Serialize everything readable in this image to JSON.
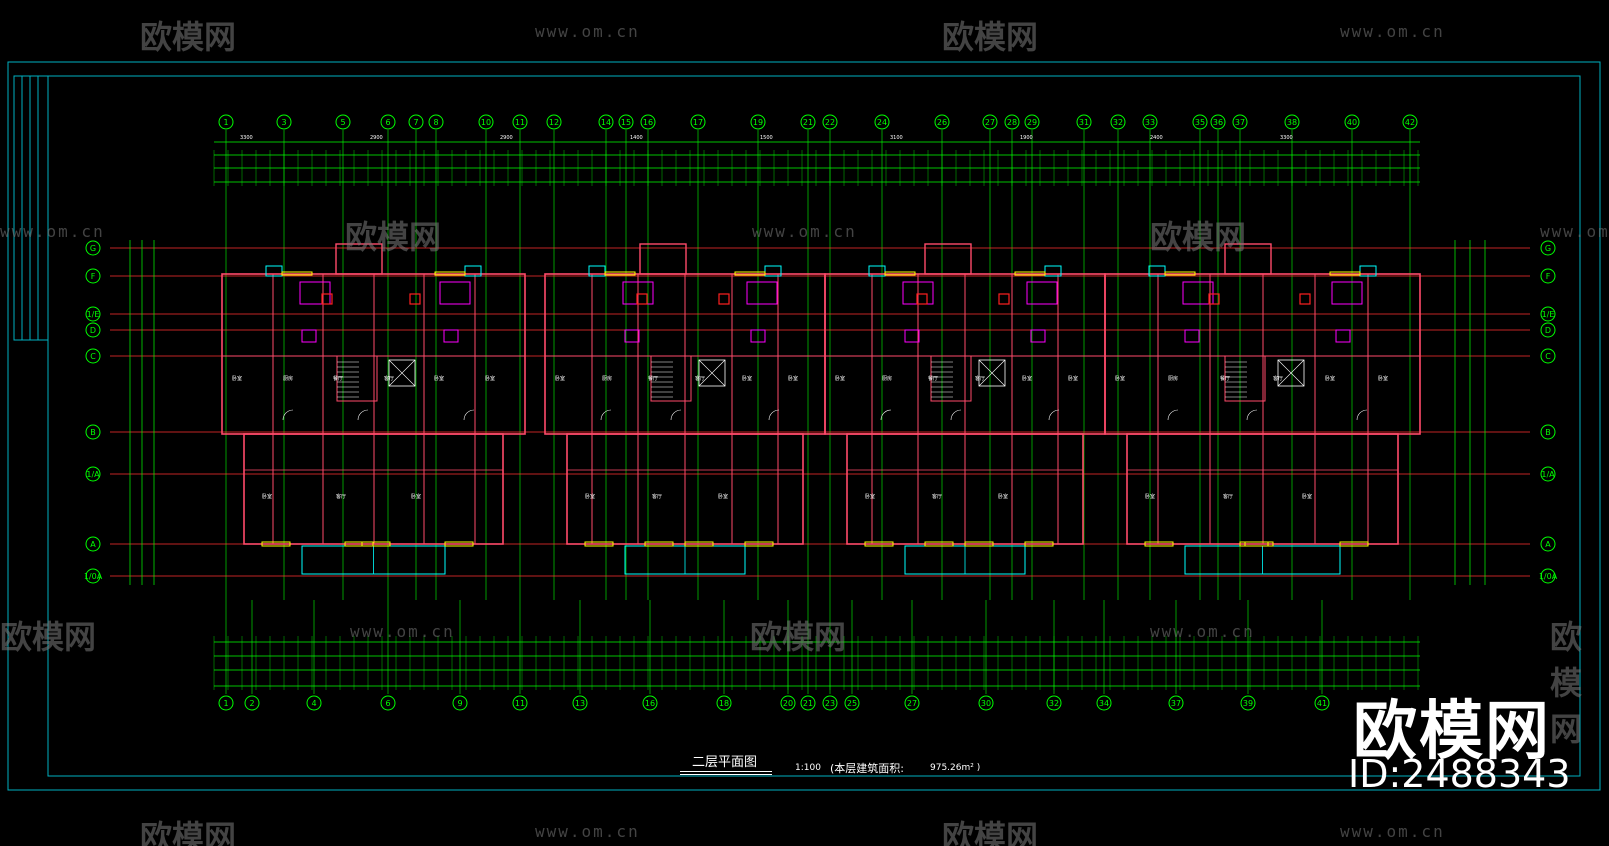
{
  "watermark": {
    "brand": "欧模网",
    "url": "www.om.cn"
  },
  "logo": {
    "text": "欧模网",
    "id": "ID:2488343"
  },
  "drawing": {
    "title": "二层平面图",
    "scale": "1:100",
    "area_label": "(本层建筑面积:",
    "area_value": "975.26m²  )",
    "top_grid_labels": [
      "1",
      "3",
      "5",
      "6",
      "7",
      "8",
      "10",
      "11",
      "12",
      "14",
      "15",
      "16",
      "17",
      "19",
      "21",
      "22",
      "24",
      "26",
      "27",
      "28",
      "29",
      "31",
      "32",
      "33",
      "35",
      "36",
      "37",
      "38",
      "40",
      "42"
    ],
    "bottom_grid_labels": [
      "1",
      "2",
      "4",
      "6",
      "9",
      "11",
      "13",
      "16",
      "18",
      "20",
      "21",
      "23",
      "25",
      "27",
      "30",
      "32",
      "34",
      "37",
      "39",
      "41"
    ],
    "left_grid_labels": [
      "G",
      "F",
      "1/E",
      "D",
      "C",
      "B",
      "1/A",
      "A",
      "1/0A"
    ],
    "right_grid_labels": [
      "G",
      "F",
      "1/E",
      "D",
      "C",
      "B",
      "1/A",
      "A",
      "1/0A"
    ]
  },
  "colors": {
    "frame": "#00b0c0",
    "grid": "#00ff00",
    "wall": "#ff4a6a",
    "axis": "#ff3030",
    "magenta": "#ff00ff",
    "yellow": "#ffff00",
    "cyan": "#00ffff",
    "white": "#ffffff"
  }
}
